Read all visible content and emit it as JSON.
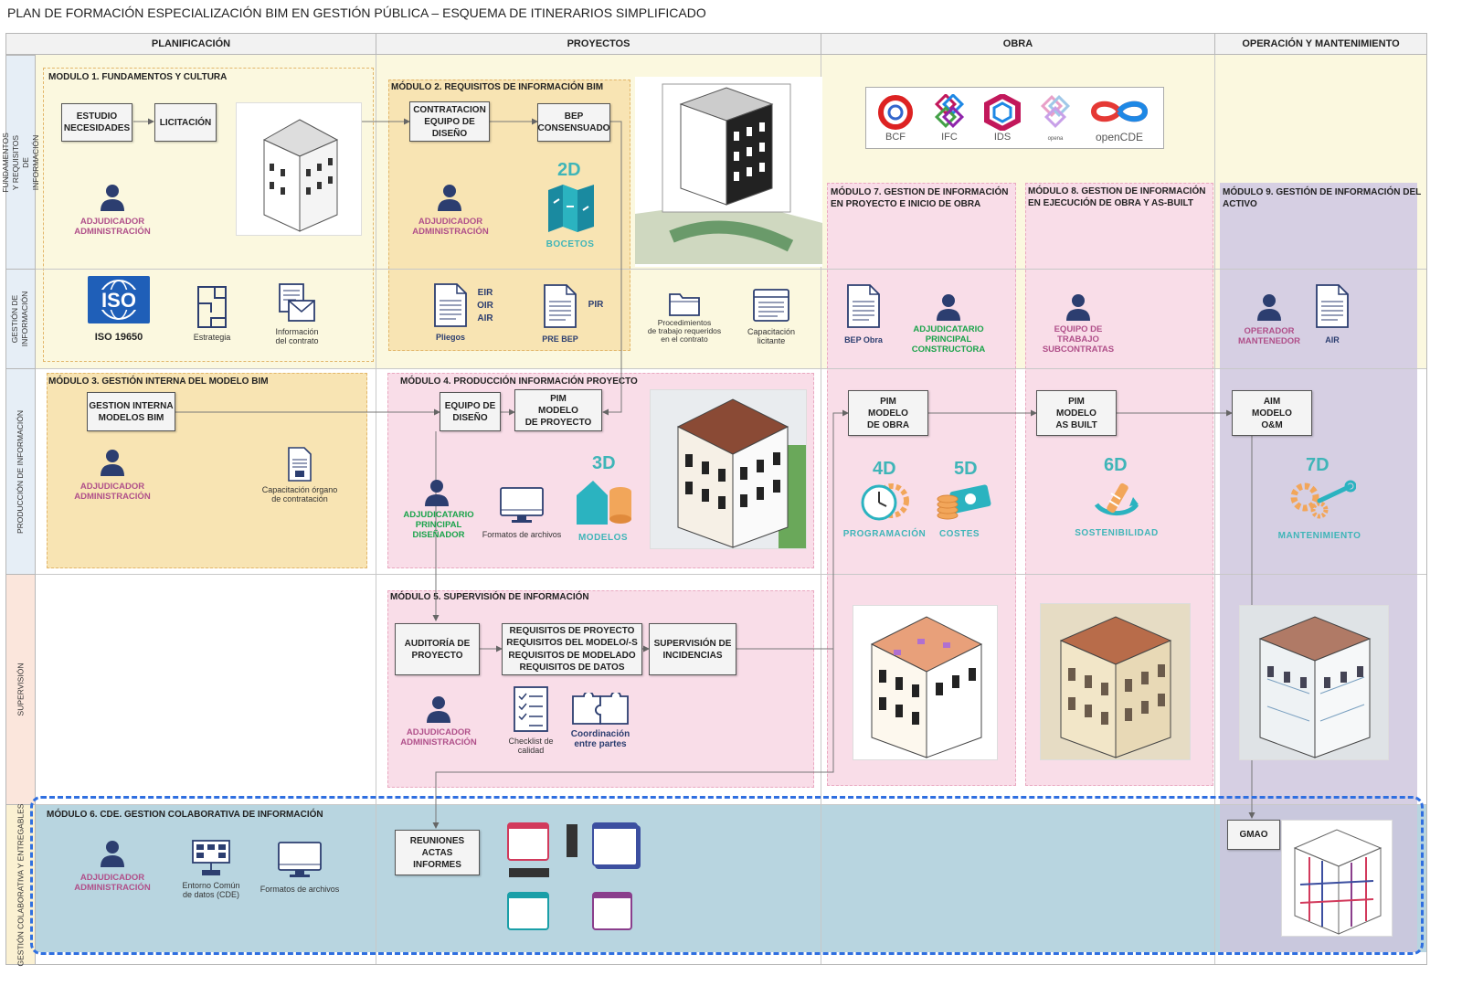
{
  "title": "PLAN DE FORMACIÓN ESPECIALIZACIÓN BIM EN GESTIÓN PÚBLICA – ESQUEMA DE ITINERARIOS SIMPLIFICADO",
  "columns": [
    "PLANIFICACIÓN",
    "PROYECTOS",
    "OBRA",
    "OPERACIÓN Y MANTENIMIENTO"
  ],
  "rows": [
    "FUNDAMENTOS Y REQUISITOS DE INFORMACIÓN",
    "GESTIÓN DE INFORMACIÓN",
    "PRODUCCIÓN DE INFORMACIÓN",
    "SUPERVISIÓN",
    "GESTIÓN COLABORATIVA Y ENTREGABLES"
  ],
  "modules": {
    "m1": "MODULO 1.  FUNDAMENTOS Y CULTURA",
    "m2": "MÓDULO 2. REQUISITOS DE INFORMACIÓN BIM",
    "m3": "MÓDULO 3. GESTIÓN INTERNA DEL MODELO BIM",
    "m4": "MÓDULO 4. PRODUCCIÓN INFORMACIÓN PROYECTO",
    "m5": "MÓDULO 5. SUPERVISIÓN DE INFORMACIÓN",
    "m6": "MÓDULO 6. CDE. GESTION COLABORATIVA DE INFORMACIÓN",
    "m7a": "MÓDULO 7. GESTION DE INFORMACIÓN",
    "m7b": "EN PROYECTO E INICIO DE OBRA",
    "m8a": "MÓDULO 8. GESTION DE INFORMACIÓN",
    "m8b": "EN EJECUCIÓN DE OBRA Y AS-BUILT",
    "m9a": "MÓDULO 9. GESTIÓN DE INFORMACIÓN DEL",
    "m9b": "ACTIVO"
  },
  "boxes": {
    "estudio": [
      "ESTUDIO",
      "NECESIDADES"
    ],
    "licitacion": [
      "LICITACIÓN"
    ],
    "contratacion": [
      "CONTRATACION",
      "EQUIPO DE",
      "DISEÑO"
    ],
    "bep": [
      "BEP",
      "CONSENSUADO"
    ],
    "gestion_interna": [
      "GESTION INTERNA",
      "MODELOS BIM"
    ],
    "equipo_diseno": [
      "EQUIPO DE",
      "DISEÑO"
    ],
    "pim_proyecto": [
      "PIM",
      "MODELO",
      "DE PROYECTO"
    ],
    "pim_obra": [
      "PIM",
      "MODELO",
      "DE OBRA"
    ],
    "pim_asbuilt": [
      "PIM",
      "MODELO",
      "AS BUILT"
    ],
    "aim": [
      "AIM",
      "MODELO",
      "O&M"
    ],
    "auditoria": [
      "AUDITORÍA DE",
      "PROYECTO"
    ],
    "requisitos": [
      "REQUISITOS DE PROYECTO",
      "REQUISITOS DEL MODELO/-S",
      "REQUISITOS DE MODELADO",
      "REQUISITOS DE DATOS"
    ],
    "supervision": [
      "SUPERVISIÓN DE",
      "INCIDENCIAS"
    ],
    "reuniones": [
      "REUNIONES",
      "ACTAS",
      "INFORMES"
    ],
    "gmao": [
      "GMAO"
    ]
  },
  "roles": {
    "adjudicador": [
      "ADJUDICADOR",
      "ADMINISTRACIÓN"
    ],
    "principal_disenador": [
      "ADJUDICATARIO",
      "PRINCIPAL",
      "DISEÑADOR"
    ],
    "principal_constructora": [
      "ADJUDICATARIO",
      "PRINCIPAL",
      "CONSTRUCTORA"
    ],
    "subcontratas": [
      "EQUIPO DE",
      "TRABAJO",
      "SUBCONTRATAS"
    ],
    "operador": [
      "OPERADOR",
      "MANTENEDOR"
    ]
  },
  "labels": {
    "iso": "ISO 19650",
    "estrategia": "Estrategia",
    "info_contrato": [
      "Información",
      "del contrato"
    ],
    "pliegos": "Pliegos",
    "eir": [
      "EIR",
      "OIR",
      "AIR"
    ],
    "prebep": "PRE BEP",
    "pir": "PIR",
    "procedimientos": [
      "Procedimientos",
      "de trabajo requeridos",
      "en el contrato"
    ],
    "capacitacion_licitante": [
      "Capacitación",
      "licitante"
    ],
    "bep_obra": "BEP Obra",
    "air": "AIR",
    "capacitacion_organo": [
      "Capacitación órgano",
      "de contratación"
    ],
    "formatos": "Formatos de archivos",
    "checklist": [
      "Checklist de",
      "calidad"
    ],
    "coordinacion": [
      "Coordinación",
      "entre partes"
    ],
    "cde": [
      "Entorno Común",
      "de datos (CDE)"
    ]
  },
  "standards": [
    "BCF",
    "IFC",
    "IDS",
    "opena",
    "openCDE"
  ],
  "dimensions": {
    "d2": {
      "num": "2D",
      "cap": "BOCETOS"
    },
    "d3": {
      "num": "3D",
      "cap": "MODELOS"
    },
    "d4": {
      "num": "4D",
      "cap": "PROGRAMACIÓN"
    },
    "d5": {
      "num": "5D",
      "cap": "COSTES"
    },
    "d6": {
      "num": "6D",
      "cap": "SOSTENIBILIDAD"
    },
    "d7": {
      "num": "7D",
      "cap": "MANTENIMIENTO"
    }
  },
  "colors": {
    "yellow_bg": "#fbf8df",
    "orange_bg": "#f8e4b3",
    "pink_bg": "#f9dde8",
    "purple_bg": "#d6cfe3",
    "blue_bg": "#b8d5e0",
    "magenta": "#b0508a",
    "green": "#1aa34a",
    "teal": "#3fb5b8",
    "navy": "#2c3e70",
    "dashed_blue": "#2f6fe0"
  }
}
